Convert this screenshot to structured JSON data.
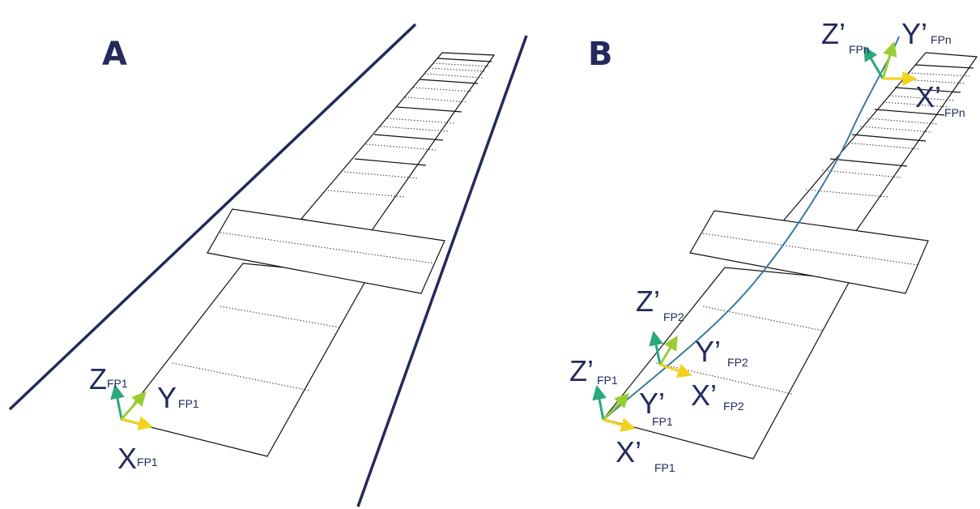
{
  "panels": {
    "a": {
      "label": "A",
      "axes": {
        "z": {
          "main": "Z",
          "sub": "FP1"
        },
        "y": {
          "main": "Y",
          "sub": "FP1"
        },
        "x": {
          "main": "X",
          "sub": "FP1"
        }
      }
    },
    "b": {
      "label": "B",
      "axes_fpn": {
        "z": {
          "main": "Z’",
          "sub": "FPn"
        },
        "y": {
          "main": "Y’",
          "sub": "FPn"
        },
        "x": {
          "main": "X’",
          "sub": "FPn"
        }
      },
      "axes_fp2": {
        "z": {
          "main": "Z’",
          "sub": "FP2"
        },
        "y": {
          "main": "Y’",
          "sub": "FP2"
        },
        "x": {
          "main": "X’",
          "sub": "FP2"
        }
      },
      "axes_fp1": {
        "z": {
          "main": "Z’",
          "sub": "FP1"
        },
        "y": {
          "main": "Y’",
          "sub": "FP1"
        },
        "x": {
          "main": "X’",
          "sub": "FP1"
        }
      }
    }
  },
  "colors": {
    "navy": "#232a5c",
    "z_axis": "#2aa87a",
    "y_axis": "#9acd32",
    "x_axis": "#f2d21b",
    "trajectory": "#3a7a9c"
  }
}
